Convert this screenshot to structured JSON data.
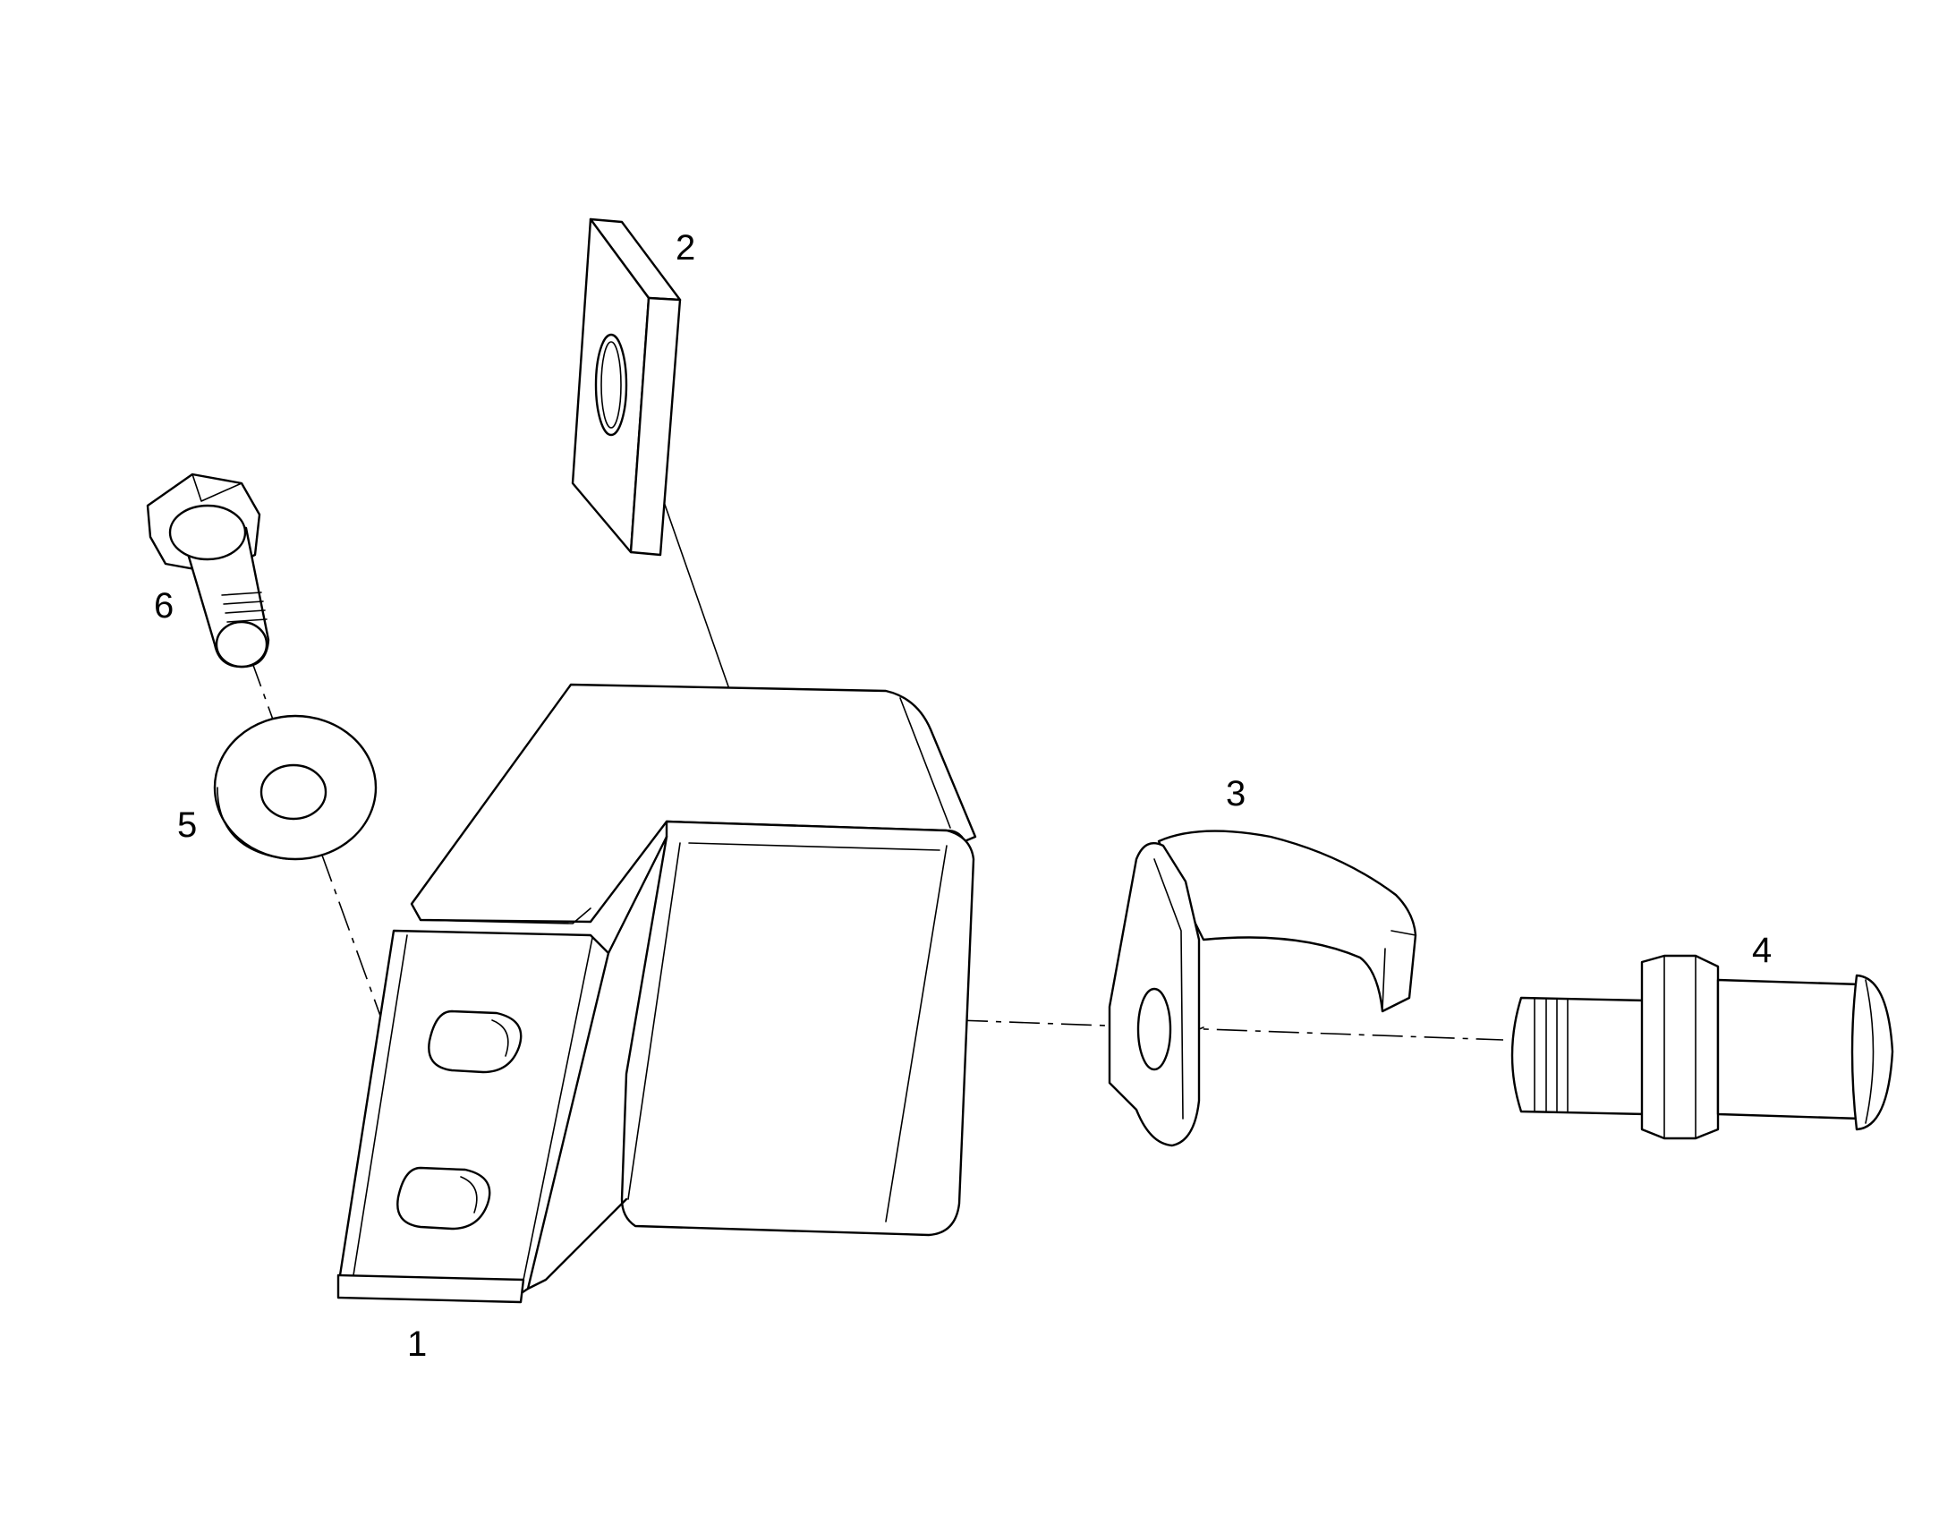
{
  "callouts": {
    "part_1": "1",
    "part_2": "2",
    "part_3": "3",
    "part_4": "4",
    "part_5": "5",
    "part_6": "6"
  }
}
